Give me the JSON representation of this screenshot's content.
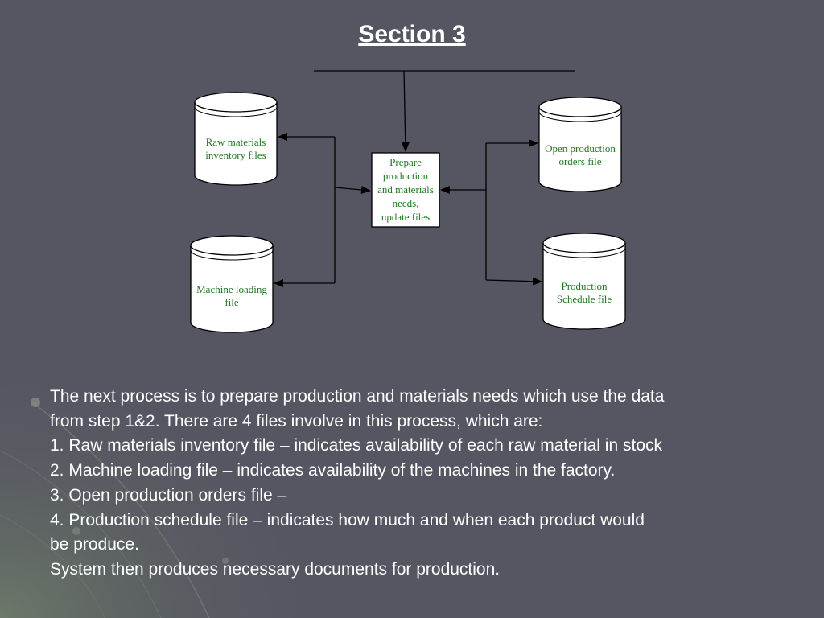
{
  "slide": {
    "title": "Section 3"
  },
  "diagram": {
    "process": {
      "lines": [
        "Prepare",
        "production",
        "and materials",
        "needs,",
        "update files"
      ]
    },
    "files": {
      "raw_materials": {
        "lines": [
          "Raw materials",
          "inventory files"
        ]
      },
      "machine_loading": {
        "lines": [
          "Machine loading",
          "file"
        ]
      },
      "open_orders": {
        "lines": [
          "Open production",
          "orders file"
        ]
      },
      "schedule": {
        "lines": [
          "Production",
          "Schedule file"
        ]
      }
    }
  },
  "body": {
    "lines": [
      "The next process is to prepare production and materials needs which use the data",
      "from step 1&2.  There are 4 files involve in this process, which are:",
      "1.  Raw materials inventory file – indicates availability of each raw material in stock",
      "2.  Machine loading file – indicates availability of the machines in the factory.",
      "3.  Open production orders file –",
      "4.  Production schedule file – indicates how much and when each product would",
      "be produce.",
      "System then produces necessary documents for production."
    ]
  },
  "colors": {
    "background": "#565663",
    "diagram_text": "#1f7a1f",
    "text": "#ffffff"
  }
}
